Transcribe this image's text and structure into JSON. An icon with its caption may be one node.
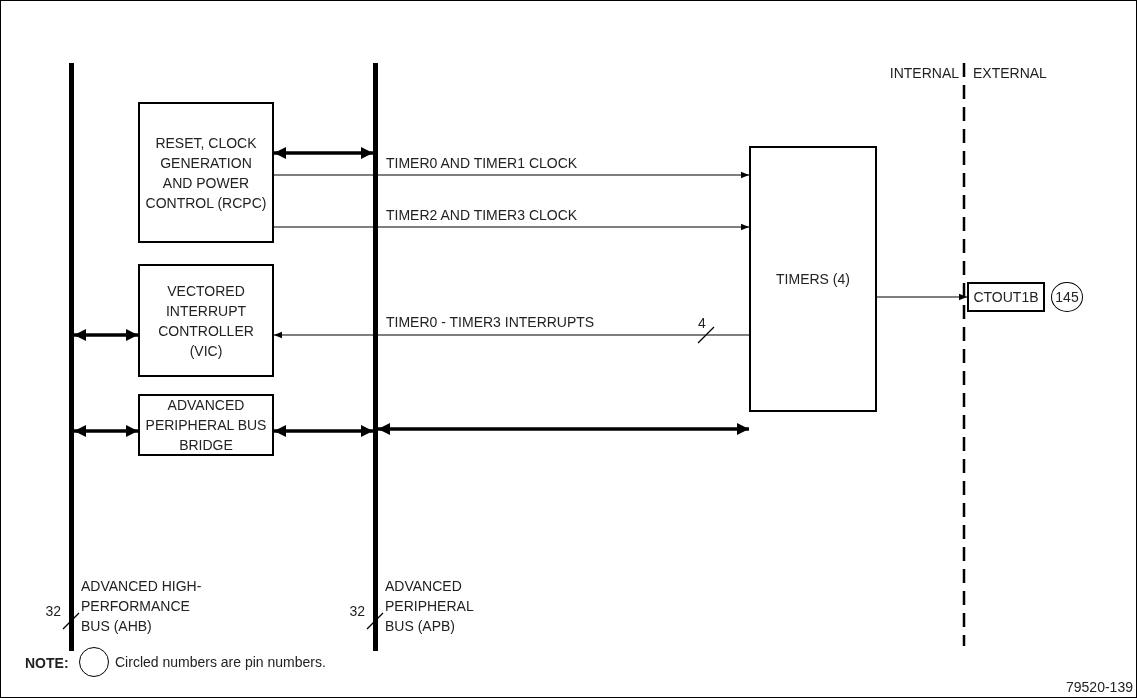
{
  "diagram": {
    "nodes": [
      {
        "text": [],
        "shape": "bar",
        "beside": [
          "ADVANCED HIGH-PERFORMANCE BUS (AHB)",
          "32"
        ]
      },
      {
        "text": [],
        "shape": "bar",
        "beside": [
          "ADVANCED PERIPHERAL BUS (APB)",
          "32"
        ]
      },
      {
        "text": [
          "RESET, CLOCK GENERATION AND POWER CONTROL (RCPC)"
        ]
      },
      {
        "text": [
          "VECTORED INTERRUPT CONTROLLER (VIC)"
        ]
      },
      {
        "text": [
          "ADVANCED PERIPHERAL BUS BRIDGE"
        ]
      },
      {
        "text": [
          "TIMERS (4)"
        ]
      },
      {
        "text": [
          "CTOUT1B"
        ]
      },
      {
        "text": [
          "145"
        ]
      }
    ],
    "edges": [
      {
        "from": 2,
        "to": 1,
        "arrow": "both"
      },
      {
        "from": 2,
        "to": 5,
        "arrow": "to",
        "label": "TIMER0 AND TIMER1 CLOCK"
      },
      {
        "from": 2,
        "to": 5,
        "arrow": "to",
        "label": "TIMER2 AND TIMER3 CLOCK"
      },
      {
        "from": 5,
        "to": 3,
        "arrow": "to",
        "label": "TIMER0 - TIMER3 INTERRUPTS"
      },
      {
        "from": 0,
        "to": 3,
        "arrow": "both"
      },
      {
        "from": 1,
        "to": 5,
        "arrow": "both"
      },
      {
        "from": 0,
        "to": 4,
        "arrow": "both"
      },
      {
        "from": 4,
        "to": 1,
        "arrow": "both"
      },
      {
        "from": 5,
        "to": 6,
        "arrow": "to"
      }
    ],
    "labels": [
      "INTERNAL",
      "EXTERNAL",
      "4",
      "NOTE:",
      "79520-139"
    ],
    "legend": [
      {
        "text": "Circled numbers are pin numbers."
      }
    ]
  }
}
